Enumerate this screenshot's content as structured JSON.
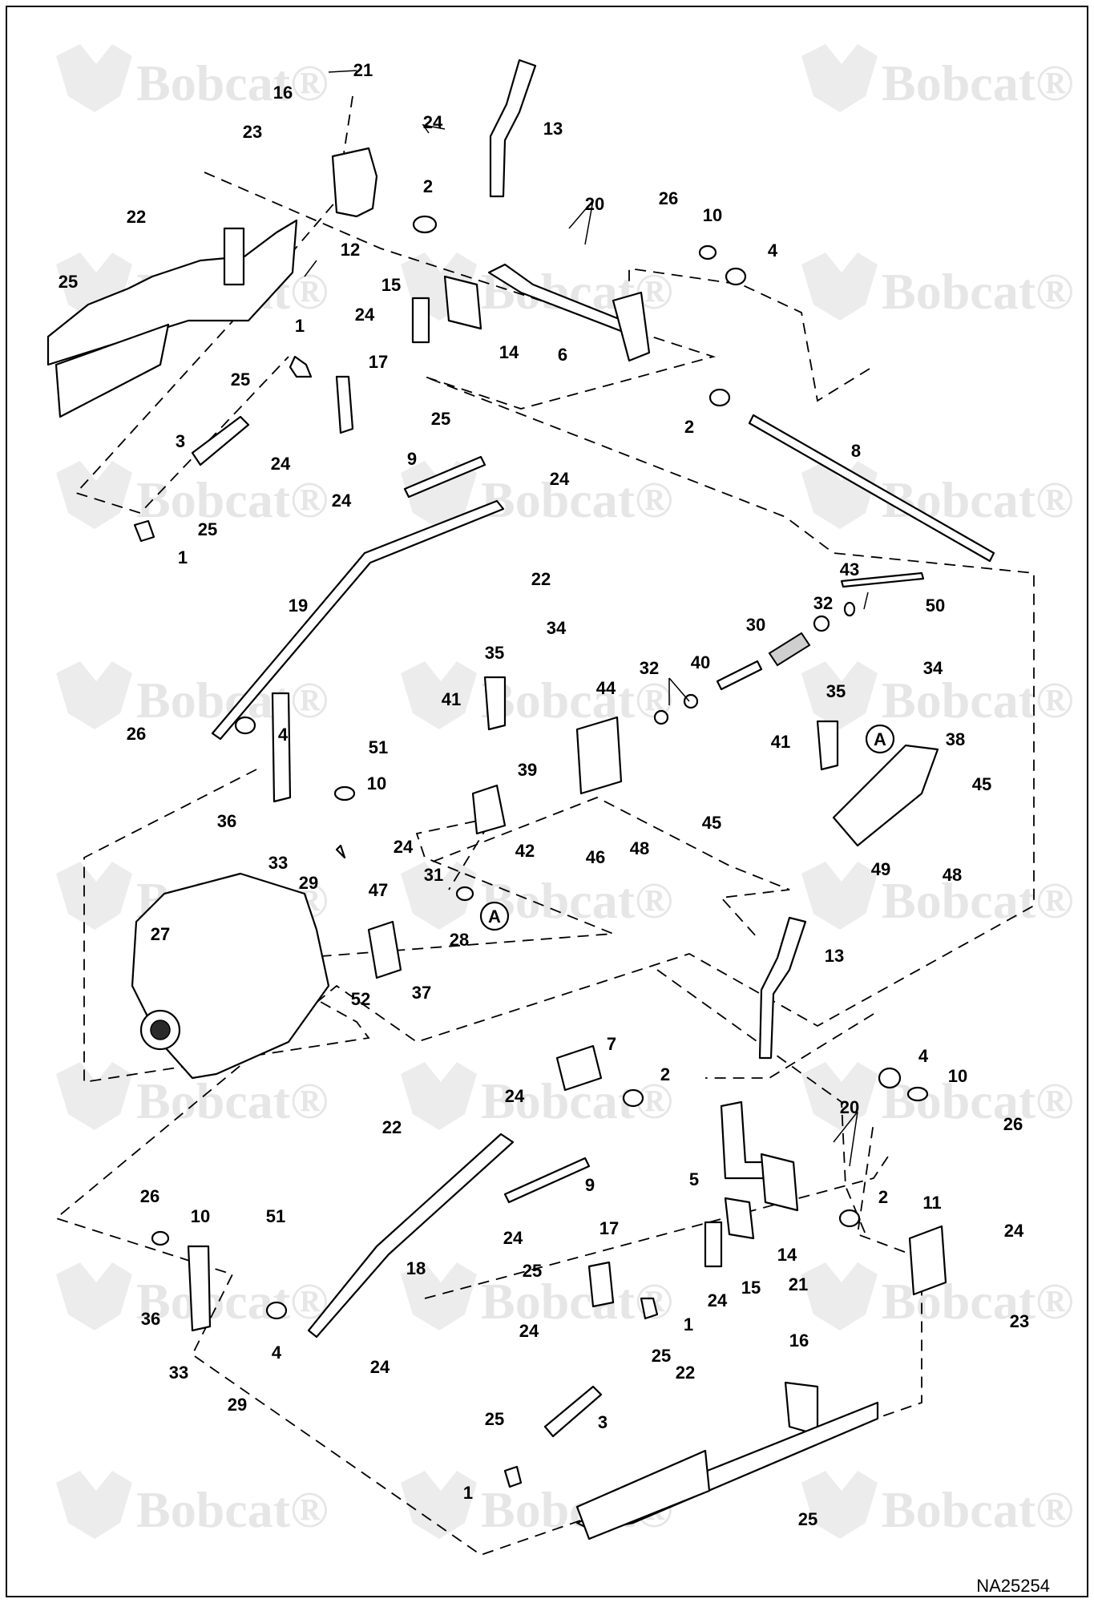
{
  "watermark": {
    "text": "Bobcat",
    "registered_mark": "®",
    "color": "#e6e6e6"
  },
  "document_id": "NA25254",
  "sections": {
    "upper_left_control": [
      {
        "id": "cl-21a",
        "label": "21"
      },
      {
        "id": "cl-16a",
        "label": "16"
      },
      {
        "id": "cl-23a",
        "label": "23"
      },
      {
        "id": "cl-24a",
        "label": "24"
      },
      {
        "id": "cl-2a",
        "label": "2"
      },
      {
        "id": "cl-13a",
        "label": "13"
      },
      {
        "id": "cl-20a",
        "label": "20"
      },
      {
        "id": "cl-26a",
        "label": "26"
      },
      {
        "id": "cl-10a",
        "label": "10"
      },
      {
        "id": "cl-4a",
        "label": "4"
      },
      {
        "id": "cl-22a",
        "label": "22"
      },
      {
        "id": "cl-12a",
        "label": "12"
      },
      {
        "id": "cl-25a",
        "label": "25"
      },
      {
        "id": "cl-15a",
        "label": "15"
      },
      {
        "id": "cl-24b",
        "label": "24"
      },
      {
        "id": "cl-14a",
        "label": "14"
      },
      {
        "id": "cl-6a",
        "label": "6"
      },
      {
        "id": "cl-1a",
        "label": "1"
      },
      {
        "id": "cl-17a",
        "label": "17"
      },
      {
        "id": "cl-25b",
        "label": "25"
      },
      {
        "id": "cl-25c",
        "label": "25"
      },
      {
        "id": "cl-3a",
        "label": "3"
      },
      {
        "id": "cl-24c",
        "label": "24"
      },
      {
        "id": "cl-2b",
        "label": "2"
      },
      {
        "id": "cl-8a",
        "label": "8"
      },
      {
        "id": "cl-9a",
        "label": "9"
      },
      {
        "id": "cl-24d",
        "label": "24"
      },
      {
        "id": "cl-24e",
        "label": "24"
      },
      {
        "id": "cl-25d",
        "label": "25"
      },
      {
        "id": "cl-1b",
        "label": "1"
      },
      {
        "id": "cl-22b",
        "label": "22"
      },
      {
        "id": "cl-19a",
        "label": "19"
      }
    ],
    "center_assembly": [
      {
        "id": "cl-43",
        "label": "43"
      },
      {
        "id": "cl-50",
        "label": "50"
      },
      {
        "id": "cl-32a",
        "label": "32"
      },
      {
        "id": "cl-30",
        "label": "30"
      },
      {
        "id": "cl-34a",
        "label": "34"
      },
      {
        "id": "cl-35a",
        "label": "35"
      },
      {
        "id": "cl-32b",
        "label": "32"
      },
      {
        "id": "cl-40",
        "label": "40"
      },
      {
        "id": "cl-44",
        "label": "44"
      },
      {
        "id": "cl-41a",
        "label": "41"
      },
      {
        "id": "cl-35b",
        "label": "35"
      },
      {
        "id": "cl-34b",
        "label": "34"
      },
      {
        "id": "cl-26b",
        "label": "26"
      },
      {
        "id": "cl-4b",
        "label": "4"
      },
      {
        "id": "cl-51a",
        "label": "51"
      },
      {
        "id": "cl-41b",
        "label": "41"
      },
      {
        "id": "cl-38",
        "label": "38"
      },
      {
        "id": "cl-39",
        "label": "39"
      },
      {
        "id": "cl-10b",
        "label": "10"
      },
      {
        "id": "cl-45a",
        "label": "45"
      },
      {
        "id": "cl-45b",
        "label": "45"
      },
      {
        "id": "cl-36a",
        "label": "36"
      },
      {
        "id": "cl-24f",
        "label": "24"
      },
      {
        "id": "cl-42",
        "label": "42"
      },
      {
        "id": "cl-46",
        "label": "46"
      },
      {
        "id": "cl-48a",
        "label": "48"
      },
      {
        "id": "cl-33a",
        "label": "33"
      },
      {
        "id": "cl-29a",
        "label": "29"
      },
      {
        "id": "cl-49",
        "label": "49"
      },
      {
        "id": "cl-48b",
        "label": "48"
      },
      {
        "id": "cl-31",
        "label": "31"
      },
      {
        "id": "cl-47",
        "label": "47"
      },
      {
        "id": "cl-27",
        "label": "27"
      },
      {
        "id": "cl-28",
        "label": "28"
      },
      {
        "id": "cl-52",
        "label": "52"
      },
      {
        "id": "cl-37",
        "label": "37"
      },
      {
        "id": "cl-13b",
        "label": "13"
      }
    ],
    "lower_right_control": [
      {
        "id": "cl-7",
        "label": "7"
      },
      {
        "id": "cl-2c",
        "label": "2"
      },
      {
        "id": "cl-4c",
        "label": "4"
      },
      {
        "id": "cl-10c",
        "label": "10"
      },
      {
        "id": "cl-24g",
        "label": "24"
      },
      {
        "id": "cl-20b",
        "label": "20"
      },
      {
        "id": "cl-26c",
        "label": "26"
      },
      {
        "id": "cl-22c",
        "label": "22"
      },
      {
        "id": "cl-9b",
        "label": "9"
      },
      {
        "id": "cl-5",
        "label": "5"
      },
      {
        "id": "cl-2d",
        "label": "2"
      },
      {
        "id": "cl-11",
        "label": "11"
      },
      {
        "id": "cl-26d",
        "label": "26"
      },
      {
        "id": "cl-10d",
        "label": "10"
      },
      {
        "id": "cl-51b",
        "label": "51"
      },
      {
        "id": "cl-24h",
        "label": "24"
      },
      {
        "id": "cl-17b",
        "label": "17"
      },
      {
        "id": "cl-24i",
        "label": "24"
      },
      {
        "id": "cl-14b",
        "label": "14"
      },
      {
        "id": "cl-18",
        "label": "18"
      },
      {
        "id": "cl-25e",
        "label": "25"
      },
      {
        "id": "cl-21b",
        "label": "21"
      },
      {
        "id": "cl-36b",
        "label": "36"
      },
      {
        "id": "cl-15b",
        "label": "15"
      },
      {
        "id": "cl-24j",
        "label": "24"
      },
      {
        "id": "cl-24k",
        "label": "24"
      },
      {
        "id": "cl-1c",
        "label": "1"
      },
      {
        "id": "cl-16b",
        "label": "16"
      },
      {
        "id": "cl-23b",
        "label": "23"
      },
      {
        "id": "cl-4d",
        "label": "4"
      },
      {
        "id": "cl-24l",
        "label": "24"
      },
      {
        "id": "cl-25f",
        "label": "25"
      },
      {
        "id": "cl-33b",
        "label": "33"
      },
      {
        "id": "cl-22d",
        "label": "22"
      },
      {
        "id": "cl-25g",
        "label": "25"
      },
      {
        "id": "cl-3b",
        "label": "3"
      },
      {
        "id": "cl-29b",
        "label": "29"
      },
      {
        "id": "cl-1d",
        "label": "1"
      },
      {
        "id": "cl-25h",
        "label": "25"
      }
    ]
  },
  "reference_markers": [
    {
      "id": "ref-a-upper",
      "label": "A"
    },
    {
      "id": "ref-a-lower",
      "label": "A"
    }
  ]
}
